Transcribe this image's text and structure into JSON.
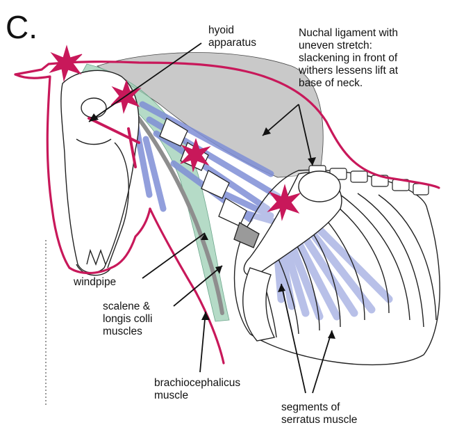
{
  "figure": {
    "panel_letter": "C.",
    "labels": {
      "hyoid": [
        "hyoid",
        "apparatus"
      ],
      "nuchal": [
        "Nuchal ligament with",
        "uneven stretch:",
        "slackening in front of",
        "withers lessens lift at",
        "base of neck."
      ],
      "windpipe": [
        "windpipe"
      ],
      "scalene": [
        "scalene &",
        "longis colli",
        "muscles"
      ],
      "brachio": [
        "brachiocephalicus",
        "muscle"
      ],
      "serratus": [
        "segments of",
        "serratus muscle"
      ]
    },
    "colors": {
      "outline": "#c8185a",
      "star": "#c8185a",
      "ligament": "#c9c9c9",
      "muscle_blue": "#7f8fd6",
      "muscle_green": "#9ccfb4",
      "bone_stroke": "#222222"
    }
  }
}
